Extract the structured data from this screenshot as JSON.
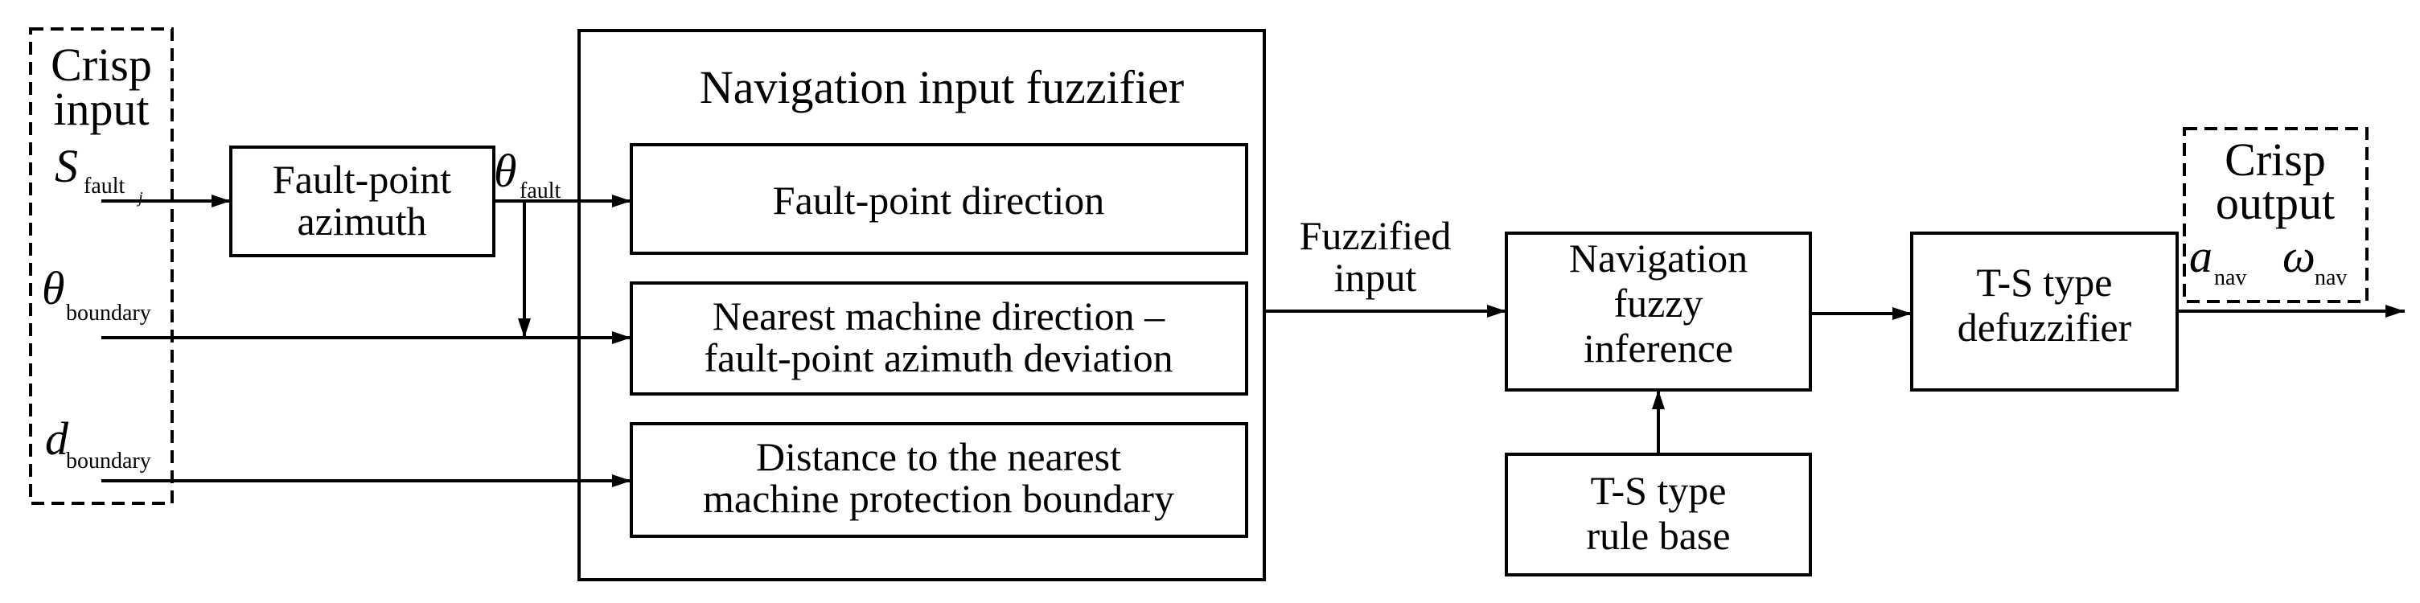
{
  "crisp_input": {
    "line1": "Crisp",
    "line2": "input"
  },
  "inputs": {
    "s_fault": {
      "symbol": "S",
      "sub": "fault",
      "subsub": "j"
    },
    "theta_boundary": {
      "symbol": "θ",
      "sub": "boundary"
    },
    "d_boundary": {
      "symbol": "d",
      "sub": "boundary"
    }
  },
  "fault_point_azimuth": {
    "line1": "Fault-point",
    "line2": "azimuth"
  },
  "theta_fault": {
    "symbol": "θ",
    "sub": "fault"
  },
  "fuzzifier": {
    "title": "Navigation input fuzzifier",
    "fault_point_direction": "Fault-point direction",
    "deviation": {
      "line1": "Nearest machine direction –",
      "line2": "fault-point azimuth deviation"
    },
    "distance": {
      "line1": "Distance to the nearest",
      "line2": "machine protection boundary"
    }
  },
  "fuzzified_input": {
    "line1": "Fuzzified",
    "line2": "input"
  },
  "inference": {
    "line1": "Navigation",
    "line2": "fuzzy",
    "line3": "inference"
  },
  "rule_base": {
    "line1": "T-S type",
    "line2": "rule base"
  },
  "defuzzifier": {
    "line1": "T-S type",
    "line2": "defuzzifier"
  },
  "crisp_output": {
    "line1": "Crisp",
    "line2": "output",
    "a_nav": {
      "symbol": "a",
      "sub": "nav"
    },
    "omega_nav": {
      "symbol": "ω",
      "sub": "nav"
    }
  }
}
